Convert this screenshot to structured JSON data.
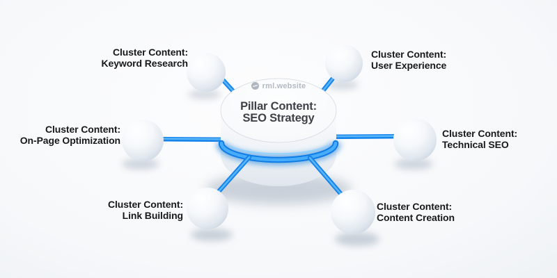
{
  "watermark": {
    "text": "rml.website",
    "icon": "rml-logo-icon"
  },
  "pillar": {
    "line1": "Pillar Content:",
    "line2": "SEO Strategy"
  },
  "clusters": [
    {
      "id": "keyword-research",
      "position": "top-left",
      "line1": "Cluster Content:",
      "line2": "Keyword Research"
    },
    {
      "id": "user-experience",
      "position": "top-right",
      "line1": "Cluster Content:",
      "line2": "User Experience"
    },
    {
      "id": "on-page-optimization",
      "position": "middle-left",
      "line1": "Cluster Content:",
      "line2": "On-Page Optimization"
    },
    {
      "id": "technical-seo",
      "position": "middle-right",
      "line1": "Cluster Content:",
      "line2": "Technical SEO"
    },
    {
      "id": "link-building",
      "position": "bottom-left",
      "line1": "Cluster Content:",
      "line2": "Link Building"
    },
    {
      "id": "content-creation",
      "position": "bottom-right",
      "line1": "Cluster Content:",
      "line2": "Content Creation"
    }
  ],
  "colors": {
    "connector_blue_dark": "#1583EC",
    "connector_blue_light": "#58B5F8",
    "ring_glow_blue": "#2E9BF5",
    "label_text": "#17191B",
    "pillar_text": "#3E4247",
    "watermark_gray": "#B4BAC2",
    "background_edge": "#E4E8ED"
  }
}
